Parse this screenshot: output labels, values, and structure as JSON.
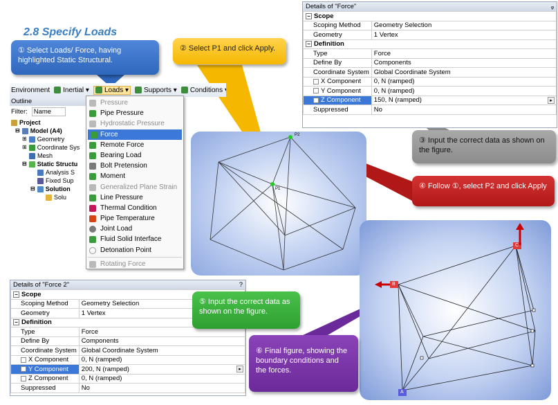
{
  "page_title": "2.8 Specify Loads",
  "callouts": {
    "step1": "① Select Loads/ Force, having highlighted Static Structural.",
    "step2": "② Select P1 and click Apply.",
    "step3": "③ Input the correct data as shown on the figure.",
    "step4": "④ Follow ①, select P2 and click Apply",
    "step5": "⑤ Input the correct data as shown on the figure.",
    "step6": "⑥ Final figure, showing the boundary conditions and the forces."
  },
  "details_force": {
    "header": "Details of \"Force\"",
    "pin": "ᵩ",
    "scope": "Scope",
    "scoping_method_label": "Scoping Method",
    "scoping_method": "Geometry Selection",
    "geometry_label": "Geometry",
    "geometry": "1 Vertex",
    "definition": "Definition",
    "type_label": "Type",
    "type": "Force",
    "define_by_label": "Define By",
    "define_by": "Components",
    "coord_label": "Coordinate System",
    "coord": "Global Coordinate System",
    "x_label": "X Component",
    "x": "0, N  (ramped)",
    "y_label": "Y Component",
    "y": "0, N  (ramped)",
    "z_label": "Z Component",
    "z": "150, N  (ramped)",
    "suppressed_label": "Suppressed",
    "suppressed": "No"
  },
  "details_force2": {
    "header": "Details of \"Force 2\"",
    "pin": "?",
    "scope": "Scope",
    "scoping_method_label": "Scoping Method",
    "scoping_method": "Geometry Selection",
    "geometry_label": "Geometry",
    "geometry": "1 Vertex",
    "definition": "Definition",
    "type_label": "Type",
    "type": "Force",
    "define_by_label": "Define By",
    "define_by": "Components",
    "coord_label": "Coordinate System",
    "coord": "Global Coordinate System",
    "x_label": "X Component",
    "x": "0, N  (ramped)",
    "y_label": "Y Component",
    "y": "200, N  (ramped)",
    "z_label": "Z Component",
    "z": "0, N  (ramped)",
    "suppressed_label": "Suppressed",
    "suppressed": "No"
  },
  "toolbar": {
    "environment": "Environment",
    "inertial": "Inertial ▾",
    "loads": "Loads ▾",
    "supports": "Supports ▾",
    "conditions": "Conditions ▾"
  },
  "outline": {
    "header": "Outline",
    "filter_label": "Filter:",
    "filter_value": "Name",
    "tree": [
      "Project",
      "Model (A4)",
      "Geometry",
      "Coordinate Sys",
      "Mesh",
      "Static Structu",
      "Analysis S",
      "Fixed Sup",
      "Solution",
      "Solu"
    ]
  },
  "loads_menu": {
    "items": [
      "Pressure",
      "Pipe Pressure",
      "Hydrostatic Pressure",
      "Force",
      "Remote Force",
      "Bearing Load",
      "Bolt Pretension",
      "Moment",
      "Generalized Plane Strain",
      "Line Pressure",
      "Thermal Condition",
      "Pipe Temperature",
      "Joint Load",
      "Fluid Solid Interface",
      "Detonation Point",
      "Rotating Force"
    ]
  },
  "viewport": {
    "p1": "P1",
    "p2": "P2",
    "label_b": "B",
    "label_c": "C",
    "label_a": "A"
  },
  "colors": {
    "title": "#3a7ec4",
    "blue": "#2f67bd",
    "yellow": "#f5b700",
    "grey": "#8c8c8c",
    "red": "#b01818",
    "green": "#2ea032",
    "purple": "#6b2a99"
  }
}
